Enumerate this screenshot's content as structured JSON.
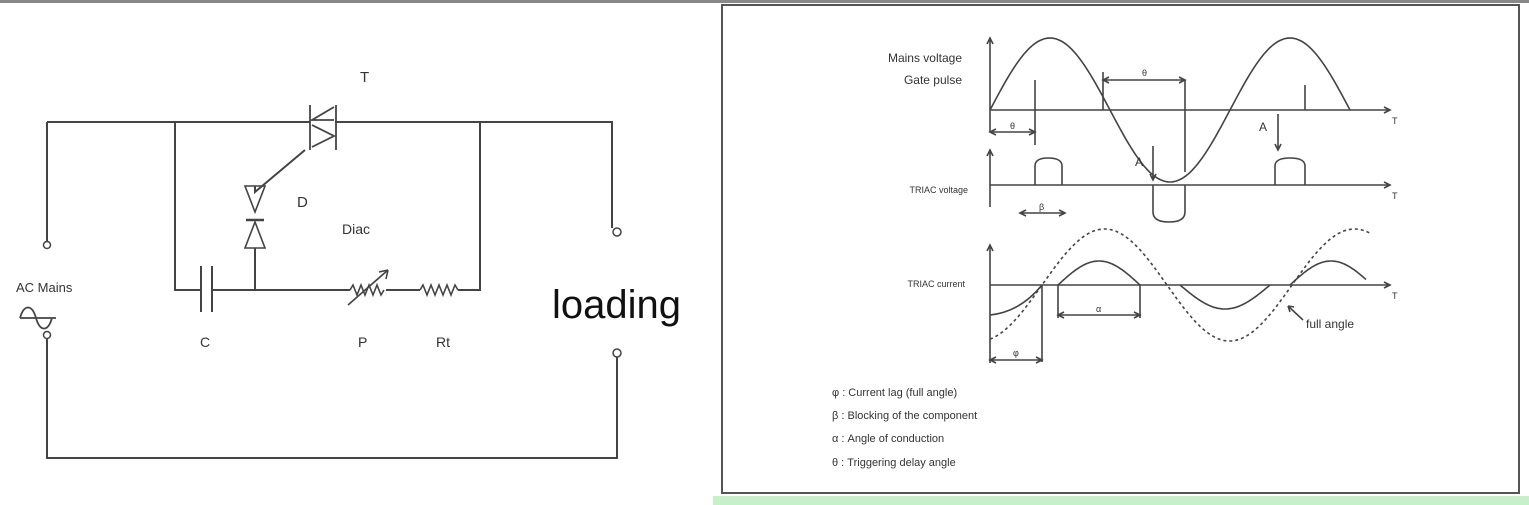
{
  "circuit": {
    "labels": {
      "triac": "T",
      "diac_letter": "D",
      "diac": "Diac",
      "capacitor": "C",
      "potentiometer": "P",
      "resistor": "Rt",
      "source": "AC Mains",
      "load": "loading"
    }
  },
  "waveforms": {
    "rows": {
      "mains_voltage": "Mains voltage",
      "gate_pulse": "Gate pulse",
      "triac_voltage": "TRIAC voltage",
      "triac_current": "TRIAC current"
    },
    "axis_label": "T",
    "marks": {
      "theta": "θ",
      "beta": "β",
      "alpha": "α",
      "phi": "φ",
      "a1": "A",
      "a2": "A",
      "full_angle": "full angle"
    },
    "legend": [
      "φ : Current lag (full angle)",
      "β : Blocking of the component",
      "α : Angle of conduction",
      "θ : Triggering delay angle"
    ]
  },
  "colors": {
    "line": "#444444",
    "frame": "#555555",
    "accent_bar": "#c8f0c8"
  }
}
